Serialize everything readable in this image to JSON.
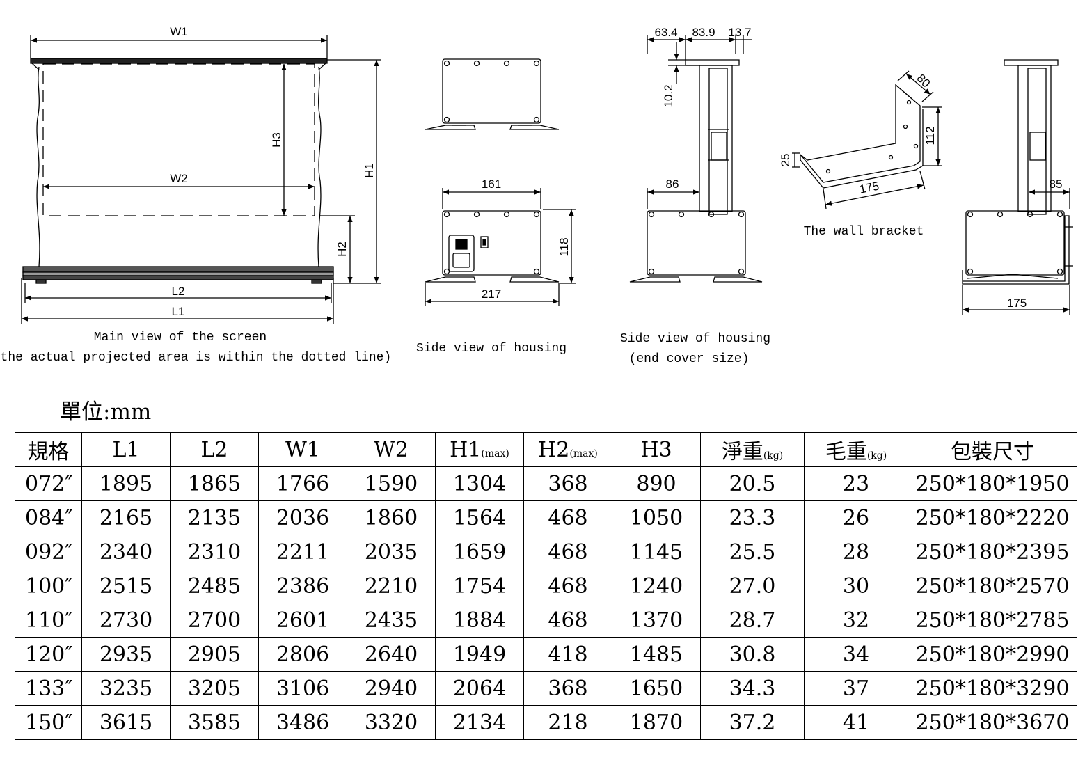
{
  "drawings": {
    "main_view": {
      "labels": {
        "w1": "W1",
        "w2": "W2",
        "h1": "H1",
        "h2": "H2",
        "h3": "H3",
        "l1": "L1",
        "l2": "L2"
      },
      "caption_line1": "Main view of the screen",
      "caption_line2": "(the actual projected area is within the dotted line)"
    },
    "housing_side": {
      "dims": {
        "width_top": "161",
        "height": "118",
        "width_bottom": "217"
      },
      "caption": "Side view of housing"
    },
    "housing_end": {
      "dims": {
        "d1": "63.4",
        "d2": "83.9",
        "d3": "13.7",
        "d4": "10.2",
        "d5": "86"
      },
      "caption_line1": "Side view of housing",
      "caption_line2": "(end cover size)"
    },
    "wall_bracket": {
      "dims": {
        "d80": "80",
        "d112": "112",
        "d25": "25",
        "d175": "175"
      },
      "caption": "The wall bracket"
    },
    "bracket_mounted": {
      "dims": {
        "d85": "85",
        "d175": "175"
      }
    }
  },
  "unit_label": "單位:mm",
  "table": {
    "headers": [
      {
        "main": "規格",
        "sub": ""
      },
      {
        "main": "L1",
        "sub": ""
      },
      {
        "main": "L2",
        "sub": ""
      },
      {
        "main": "W1",
        "sub": ""
      },
      {
        "main": "W2",
        "sub": ""
      },
      {
        "main": "H1",
        "sub": "(max)"
      },
      {
        "main": "H2",
        "sub": "(max)"
      },
      {
        "main": "H3",
        "sub": ""
      },
      {
        "main": "淨重",
        "sub": "(kg)"
      },
      {
        "main": "毛重",
        "sub": "(kg)"
      },
      {
        "main": "包裝尺寸",
        "sub": ""
      }
    ],
    "rows": [
      [
        "072″",
        "1895",
        "1865",
        "1766",
        "1590",
        "1304",
        "368",
        "890",
        "20.5",
        "23",
        "250*180*1950"
      ],
      [
        "084″",
        "2165",
        "2135",
        "2036",
        "1860",
        "1564",
        "468",
        "1050",
        "23.3",
        "26",
        "250*180*2220"
      ],
      [
        "092″",
        "2340",
        "2310",
        "2211",
        "2035",
        "1659",
        "468",
        "1145",
        "25.5",
        "28",
        "250*180*2395"
      ],
      [
        "100″",
        "2515",
        "2485",
        "2386",
        "2210",
        "1754",
        "468",
        "1240",
        "27.0",
        "30",
        "250*180*2570"
      ],
      [
        "110″",
        "2730",
        "2700",
        "2601",
        "2435",
        "1884",
        "468",
        "1370",
        "28.7",
        "32",
        "250*180*2785"
      ],
      [
        "120″",
        "2935",
        "2905",
        "2806",
        "2640",
        "1949",
        "418",
        "1485",
        "30.8",
        "34",
        "250*180*2990"
      ],
      [
        "133″",
        "3235",
        "3205",
        "3106",
        "2940",
        "2064",
        "368",
        "1650",
        "34.3",
        "37",
        "250*180*3290"
      ],
      [
        "150″",
        "3615",
        "3585",
        "3486",
        "3320",
        "2134",
        "218",
        "1870",
        "37.2",
        "41",
        "250*180*3670"
      ]
    ]
  }
}
